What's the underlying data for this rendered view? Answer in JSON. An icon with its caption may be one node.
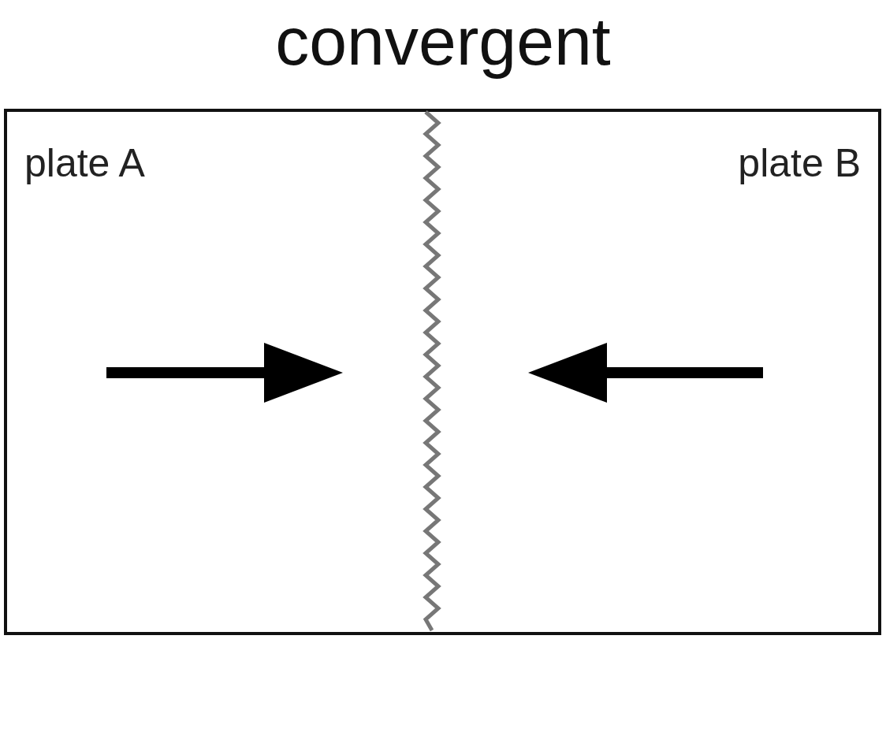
{
  "diagram": {
    "title": "convergent",
    "nodes": [
      {
        "text": [
          "plate A"
        ]
      },
      {
        "text": [
          "plate B"
        ]
      }
    ]
  }
}
